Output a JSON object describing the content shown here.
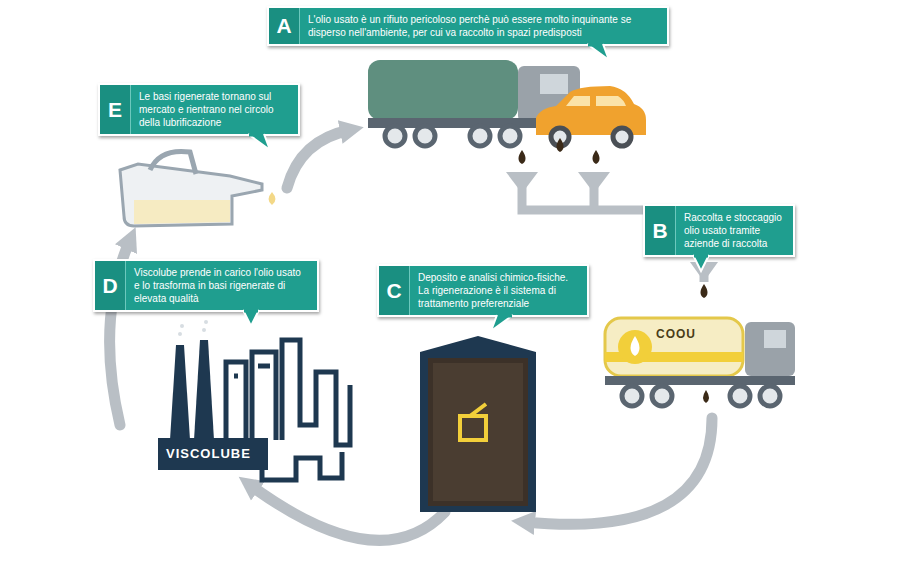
{
  "diagram": {
    "nodes": [
      {
        "text": [
          "A",
          "L'olio usato è un rifiuto pericoloso perchè può essere molto inquinante se disperso nell'ambiente, per cui va raccolto in spazi predisposti"
        ]
      },
      {
        "text": [
          "B",
          "Raccolta e stoccaggio olio usato tramite aziende di raccolta"
        ]
      },
      {
        "text": [
          "C",
          "Deposito e analisi chimico-fisiche. La rigenerazione è il sistema di trattamento preferenziale"
        ]
      },
      {
        "text": [
          "D",
          "Viscolube prende in carico l'olio usato e lo trasforma in basi rigenerate di elevata qualità"
        ]
      },
      {
        "text": [
          "E",
          "Le basi rigenerate tornano sul mercato e rientrano nel circolo della lubrificazione"
        ]
      }
    ],
    "labels": [
      "COOU",
      "VISCOLUBE"
    ]
  }
}
